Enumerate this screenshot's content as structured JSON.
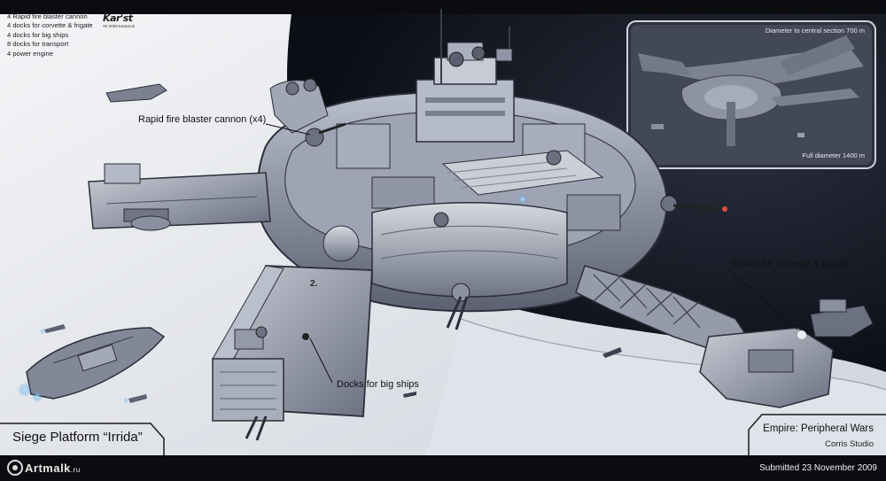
{
  "specs": [
    "4 Rapid fire blaster cannon",
    "4 docks for corvette & frigate",
    "4 docks for big ships",
    "8 docks for transport",
    "4 power engine"
  ],
  "signature": {
    "name": "Kar'st",
    "sub": "XII 2009 Karamok"
  },
  "callouts": {
    "cannon": "Rapid fire blaster cannon (x4)",
    "corvette": "Docks for corvette & frigate",
    "big_ships": "Docks for big ships"
  },
  "inset": {
    "central_diameter": "Diameter to central section 700 m",
    "full_diameter": "Full diameter 1400 m"
  },
  "dock_number": "2.",
  "title_left": "Siege Platform “Irrida”",
  "title_right": {
    "line1": "Empire: Peripheral Wars",
    "line2": "Corris Studio"
  },
  "footer": {
    "logo_text": "Artmalk",
    "logo_suffix": ".ru",
    "submitted": "Submitted 23 November 2009"
  },
  "colors": {
    "background_light": "#e3e6ec",
    "space_dark": "#141722",
    "planet_limb": "#dfe3ea",
    "hull": "#8c93a4",
    "hull_dark": "#4a5060",
    "accent_red": "#e04a3a",
    "engine_blue": "#7cc6ff"
  }
}
